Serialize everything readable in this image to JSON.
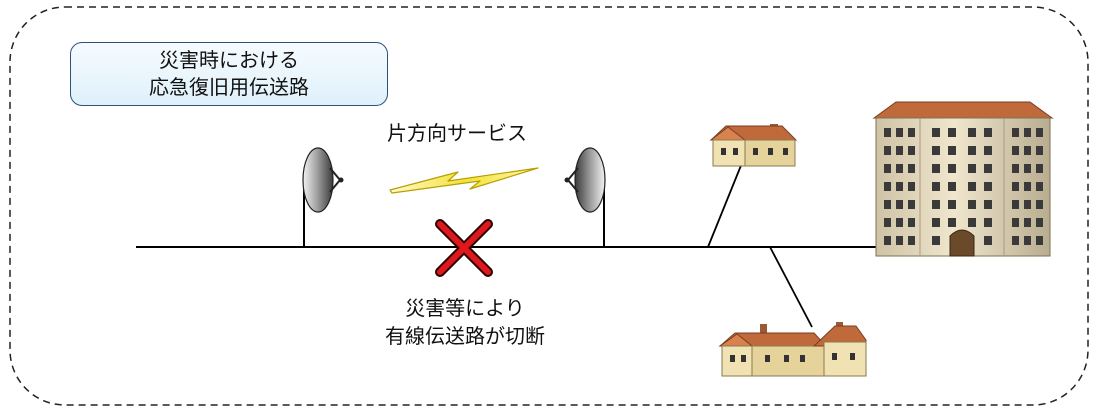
{
  "title": {
    "line1": "災害時における",
    "line2": "応急復旧用伝送路"
  },
  "service_label": "片方向サービス",
  "cut_label": {
    "line1": "災害等により",
    "line2": "有線伝送路が切断"
  },
  "colors": {
    "frame": "#222222",
    "title_border": "#2f4f80",
    "lightning": "#f2e84a",
    "cross": "#e0181c",
    "roof": "#c06a3c",
    "wall": "#f0e2b2"
  },
  "icons": [
    "antenna-dish-icon",
    "lightning-icon",
    "cross-icon",
    "house-icon",
    "apartment-building-icon"
  ]
}
